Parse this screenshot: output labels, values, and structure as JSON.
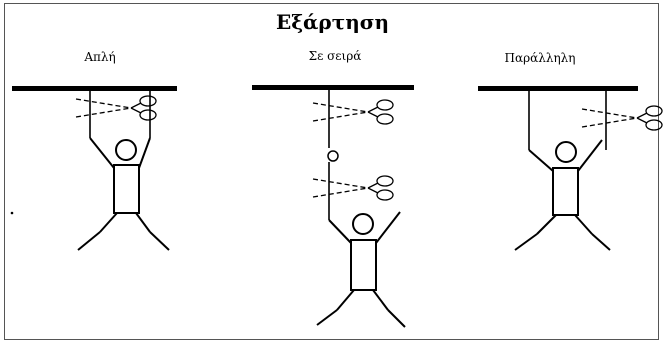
{
  "title": "Εξάρτηση",
  "panels": [
    {
      "label": "Απλή"
    },
    {
      "label": "Σε σειρά"
    },
    {
      "label": "Παράλληλη"
    }
  ]
}
